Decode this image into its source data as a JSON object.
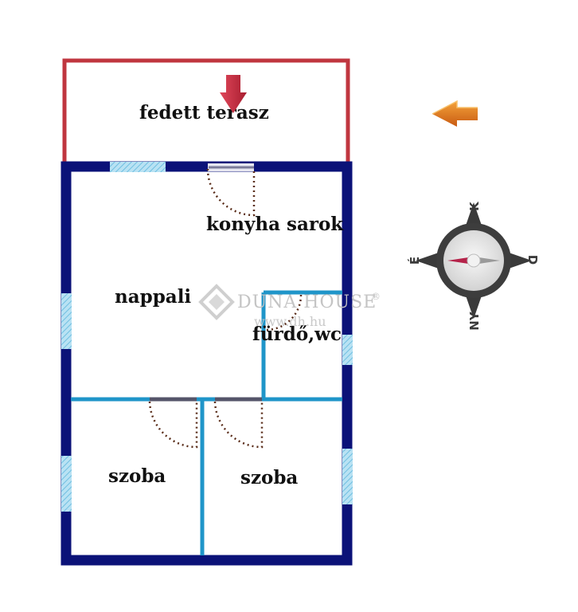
{
  "rooms": {
    "terrace": "fedett terasz",
    "kitchen": "konyha sarok",
    "living": "nappali",
    "bath": "fürdő,wc",
    "room1": "szoba",
    "room2": "szoba"
  },
  "watermark": {
    "brand": "DUNA HOUSE",
    "registered": "®",
    "url": "www.dh.hu"
  },
  "compass": {
    "north": "K",
    "east": "D",
    "south": "NY",
    "west": "É"
  },
  "colors": {
    "outer_wall": "#0b1278",
    "inner_wall": "#1f95c9",
    "terrace_outline": "#c0363f",
    "window": "#8ccde9",
    "entry_arrow": "#c8283c",
    "sun_arrow": "#e07a1c",
    "door_arc": "#5a2d1a"
  },
  "icons": [
    "entry-arrow-icon",
    "sun-arrow-icon",
    "compass-icon"
  ]
}
